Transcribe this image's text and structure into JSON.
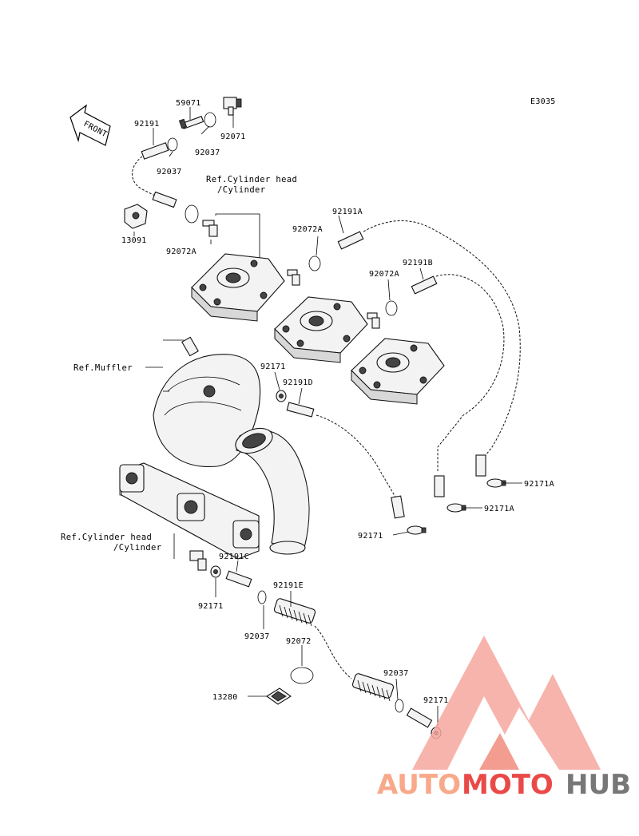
{
  "diagram_code": "E3035",
  "front_label": "FRONT",
  "refs": {
    "cylinder_head_top_1": "Ref.Cylinder head",
    "cylinder_head_top_2": "/Cylinder",
    "muffler": "Ref.Muffler",
    "cylinder_head_bottom_1": "Ref.Cylinder head",
    "cylinder_head_bottom_2": "/Cylinder"
  },
  "parts": {
    "p59071": "59071",
    "p92191": "92191",
    "p92037_a": "92037",
    "p92071": "92071",
    "p92037_b": "92037",
    "p13091": "13091",
    "p92072A_1": "92072A",
    "p92191A": "92191A",
    "p92072A_2": "92072A",
    "p92191B": "92191B",
    "p92072A_3": "92072A",
    "p92171_a": "92171",
    "p92191D": "92191D",
    "p92171A_1": "92171A",
    "p92171A_2": "92171A",
    "p92171_b": "92171",
    "p92191C": "92191C",
    "p92171_c": "92171",
    "p92191E": "92191E",
    "p92037_c": "92037",
    "p92072": "92072",
    "p13280": "13280",
    "p92037_d": "92037",
    "p92171_d": "92171"
  },
  "watermark": {
    "part1": "AUTO",
    "part2": "MOTO",
    "part3": "HUB",
    "color_light": "#f8a98a",
    "color_red": "#e94a48",
    "color_gray": "#777777"
  }
}
